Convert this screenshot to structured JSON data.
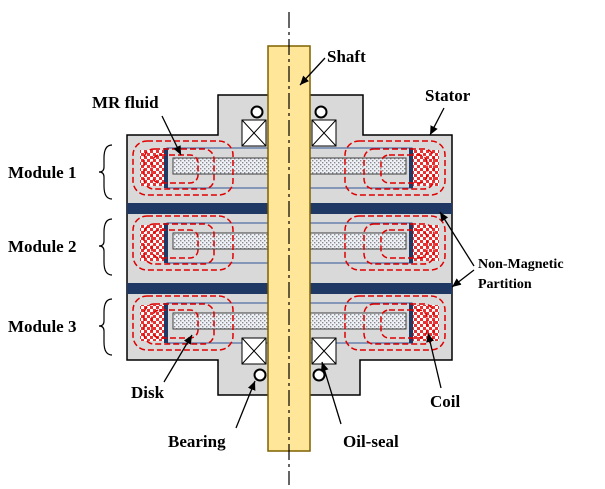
{
  "labels": {
    "shaft": "Shaft",
    "stator": "Stator",
    "mr_fluid": "MR fluid",
    "module_1": "Module 1",
    "module_2": "Module 2",
    "module_3": "Module 3",
    "partition_line1": "Non-Magnetic",
    "partition_line2": "Partition",
    "disk": "Disk",
    "coil": "Coil",
    "bearing": "Bearing",
    "oil_seal": "Oil-seal"
  },
  "colors": {
    "housing": "#d9d9d9",
    "outline": "#000000",
    "shaft_fill": "#ffe699",
    "shaft_stroke": "#7f6000",
    "partition": "#1f3864",
    "disk_fill": "#dae3f3",
    "coil_fill": "#e63232",
    "flux_line": "#e00000",
    "fluid_gap": "#2f5597"
  }
}
